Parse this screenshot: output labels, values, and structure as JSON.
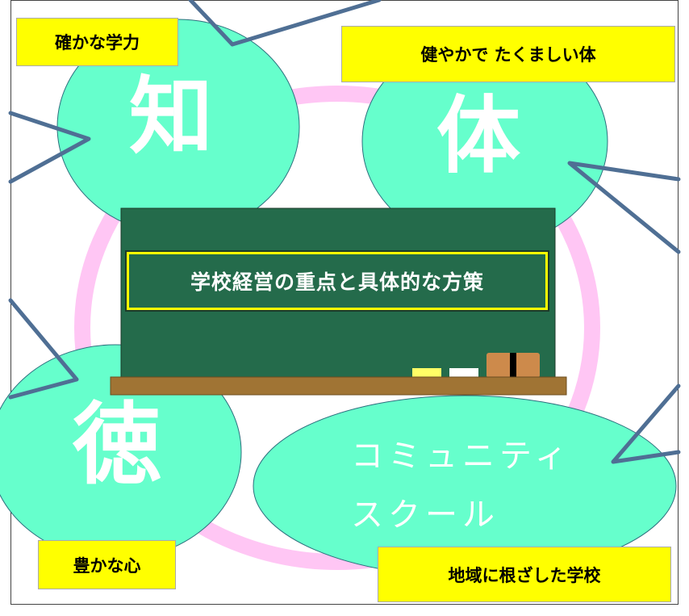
{
  "diagram": {
    "title": "学校経営の重点と具体的な方策",
    "pillars": {
      "chi": {
        "char": "知",
        "label": "確かな学力"
      },
      "tai": {
        "char": "体",
        "label": "健やかで たくましい体"
      },
      "toku": {
        "char": "徳",
        "label": "豊かな心"
      },
      "community": {
        "line1": "コミュニティ",
        "line2": "スクール",
        "label": "地域に根ざした学校"
      }
    }
  },
  "colors": {
    "bubble_fill": "#66ffcc",
    "ring": "#ffc6f4",
    "label_bg": "#ffff00",
    "board": "#246b4b",
    "board_ledge": "#a07434",
    "connector_line": "#4f6f94"
  }
}
